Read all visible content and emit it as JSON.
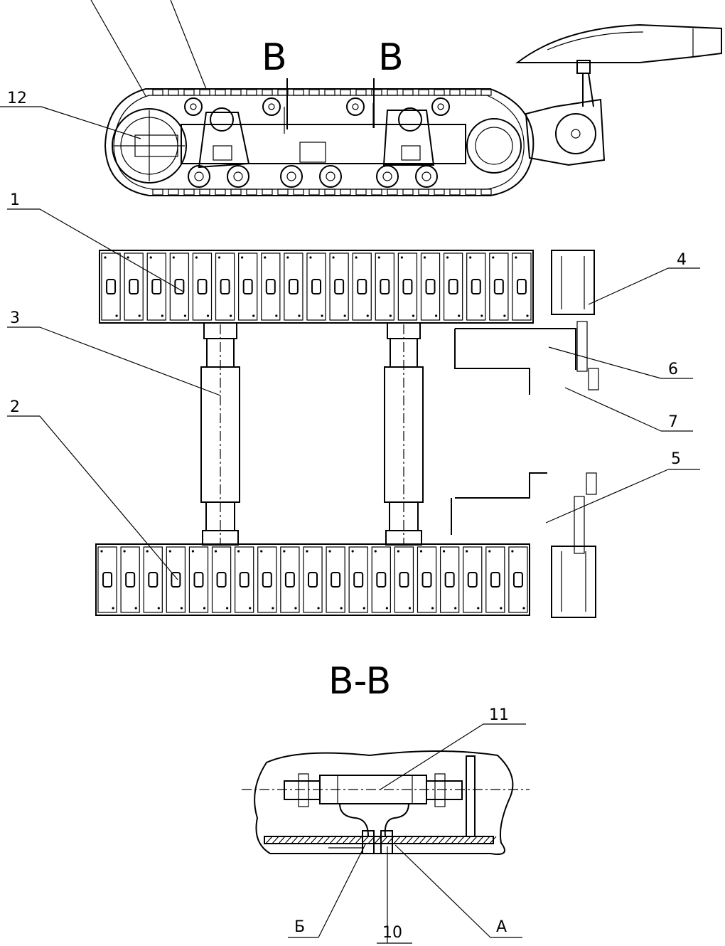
{
  "section_marks": {
    "left": "B",
    "right": "B"
  },
  "section_title": "B-B",
  "labels": {
    "l1": "1",
    "l2": "2",
    "l3": "3",
    "l4": "4",
    "l5": "5",
    "l6": "6",
    "l7": "7",
    "l10": "10",
    "l11": "11",
    "l12": "12",
    "lA": "A",
    "lB": "Б"
  }
}
